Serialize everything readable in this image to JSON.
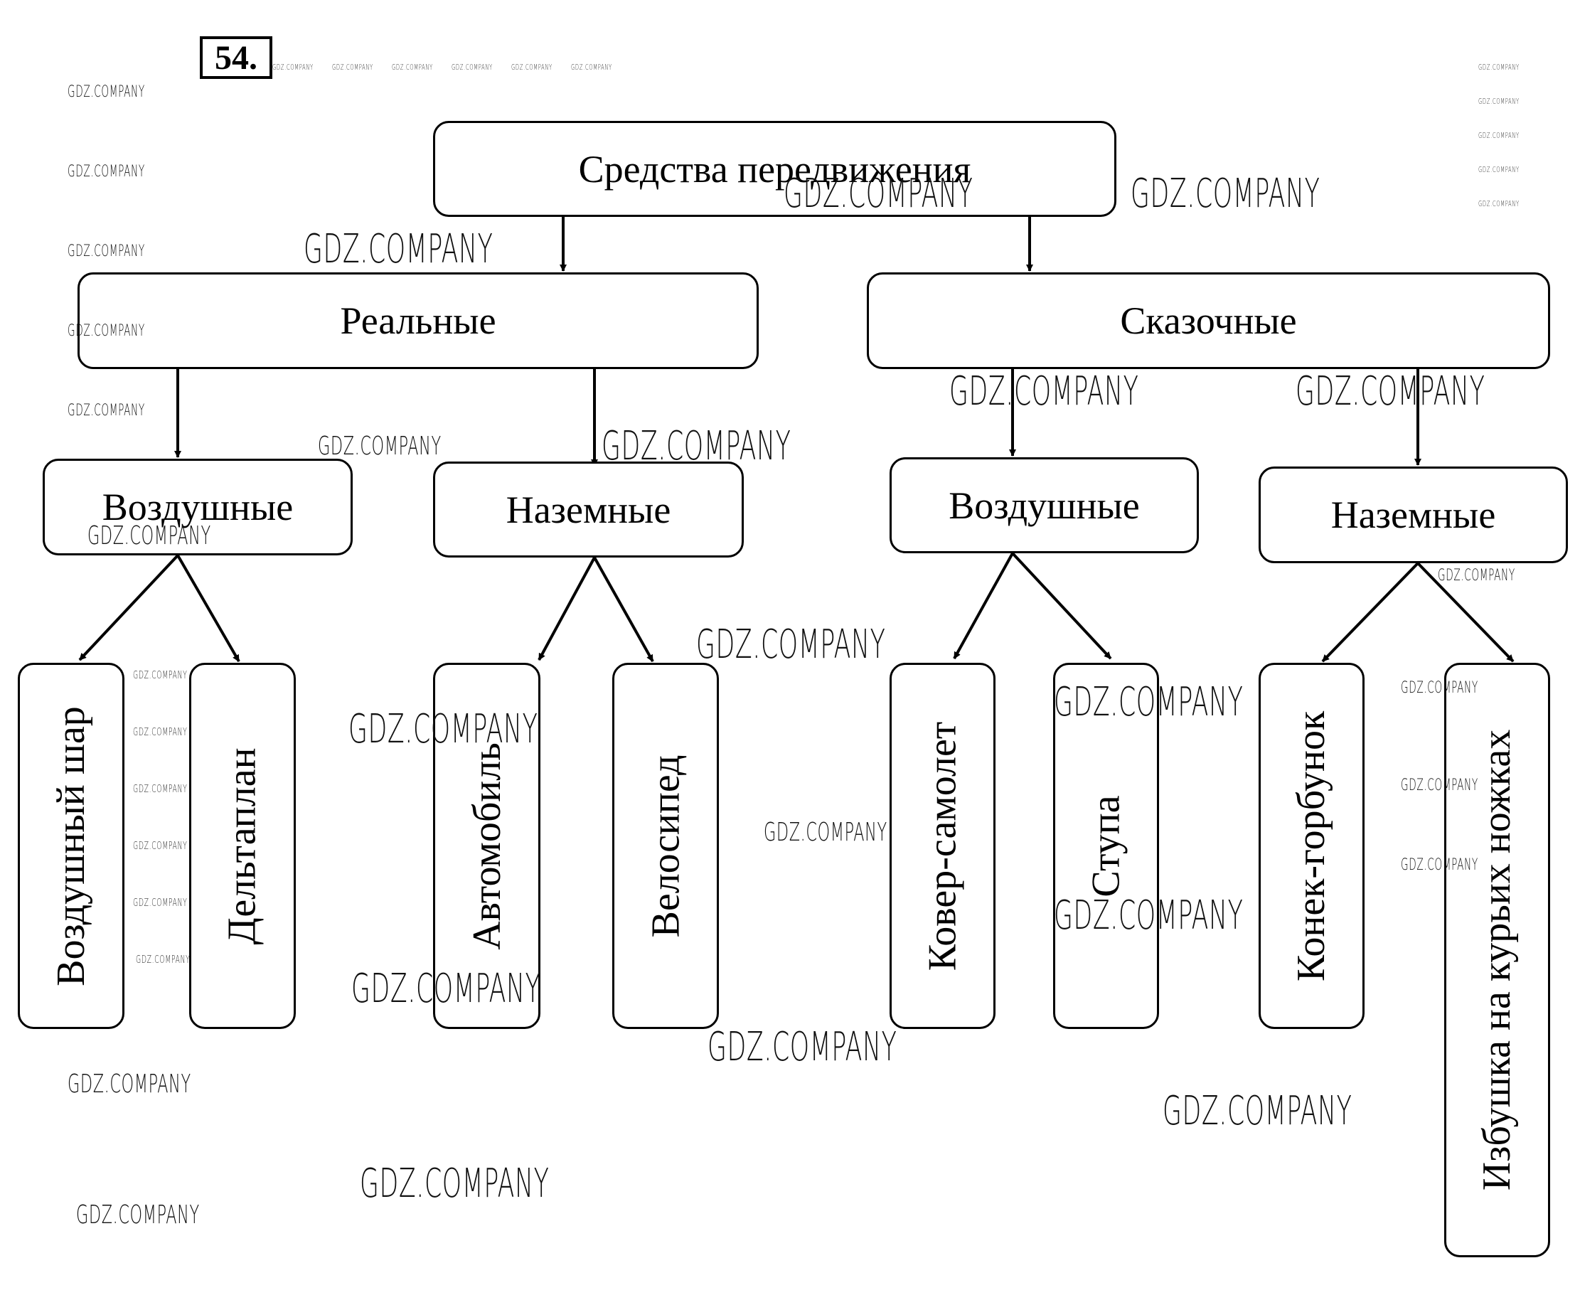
{
  "exercise_number": "54.",
  "diagram": {
    "root": {
      "label": "Средства передвижения"
    },
    "categories": [
      {
        "label": "Реальные",
        "groups": [
          {
            "label": "Воздушные",
            "items": [
              "Воздушный шар",
              "Дельтаплан"
            ]
          },
          {
            "label": "Наземные",
            "items": [
              "Автомобиль",
              "Велосипед"
            ]
          }
        ]
      },
      {
        "label": "Сказочные",
        "groups": [
          {
            "label": "Воздушные",
            "items": [
              "Ковер-самолет",
              "Ступа"
            ]
          },
          {
            "label": "Наземные",
            "items": [
              "Конек-горбунок",
              "Избушка на курьих ножках"
            ]
          }
        ]
      }
    ]
  },
  "watermark": "GDZ.COMPANY"
}
